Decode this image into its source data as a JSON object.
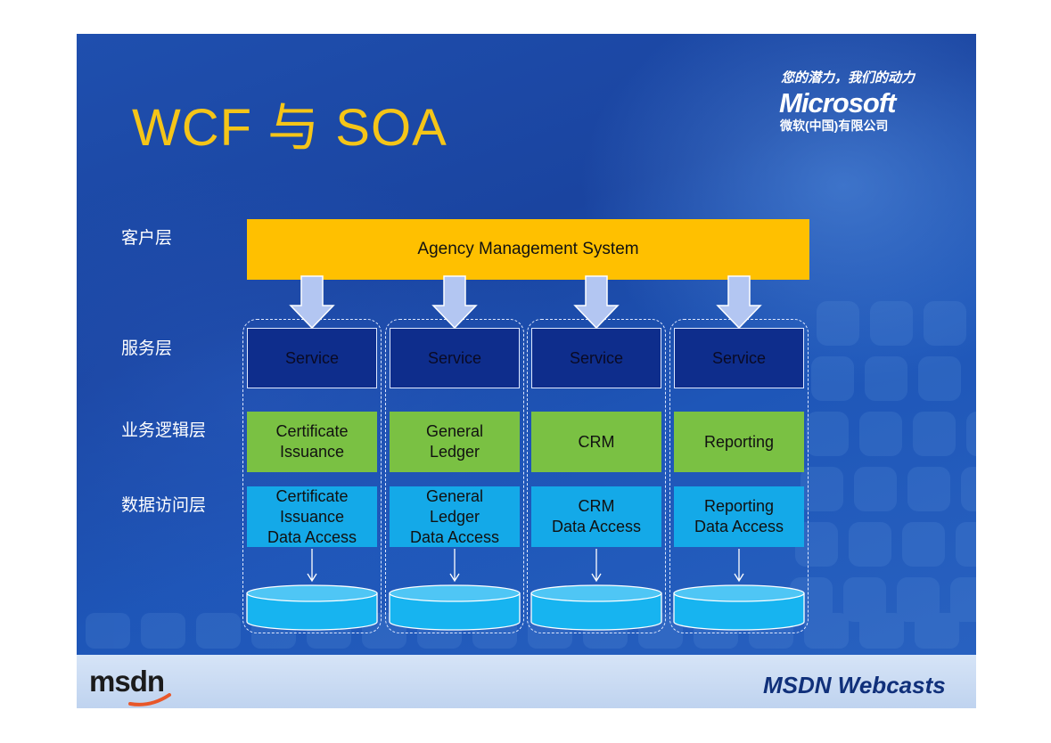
{
  "title": "WCF 与 SOA",
  "branding": {
    "slogan": "您的潜力，我们的动力",
    "logo": "Microsoft",
    "company": "微软(中国)有限公司",
    "footer_logo": "msdn",
    "footer_right": "MSDN Webcasts"
  },
  "layers": {
    "client": "客户层",
    "service": "服务层",
    "business": "业务逻辑层",
    "data_access": "数据访问层"
  },
  "client_system": "Agency Management System",
  "columns": [
    {
      "service": "Service",
      "business": "Certificate\nIssuance",
      "data_access": "Certificate\nIssuance\nData Access"
    },
    {
      "service": "Service",
      "business": "General\nLedger",
      "data_access": "General\nLedger\nData Access"
    },
    {
      "service": "Service",
      "business": "CRM",
      "data_access": "CRM\nData Access"
    },
    {
      "service": "Service",
      "business": "Reporting",
      "data_access": "Reporting\nData Access"
    }
  ],
  "colors": {
    "title": "#f5c518",
    "client_bar": "#ffc000",
    "service_box": "#0e2d8c",
    "business_box": "#7ac143",
    "data_access_box": "#14a9e8",
    "database": "#17b4f0"
  }
}
